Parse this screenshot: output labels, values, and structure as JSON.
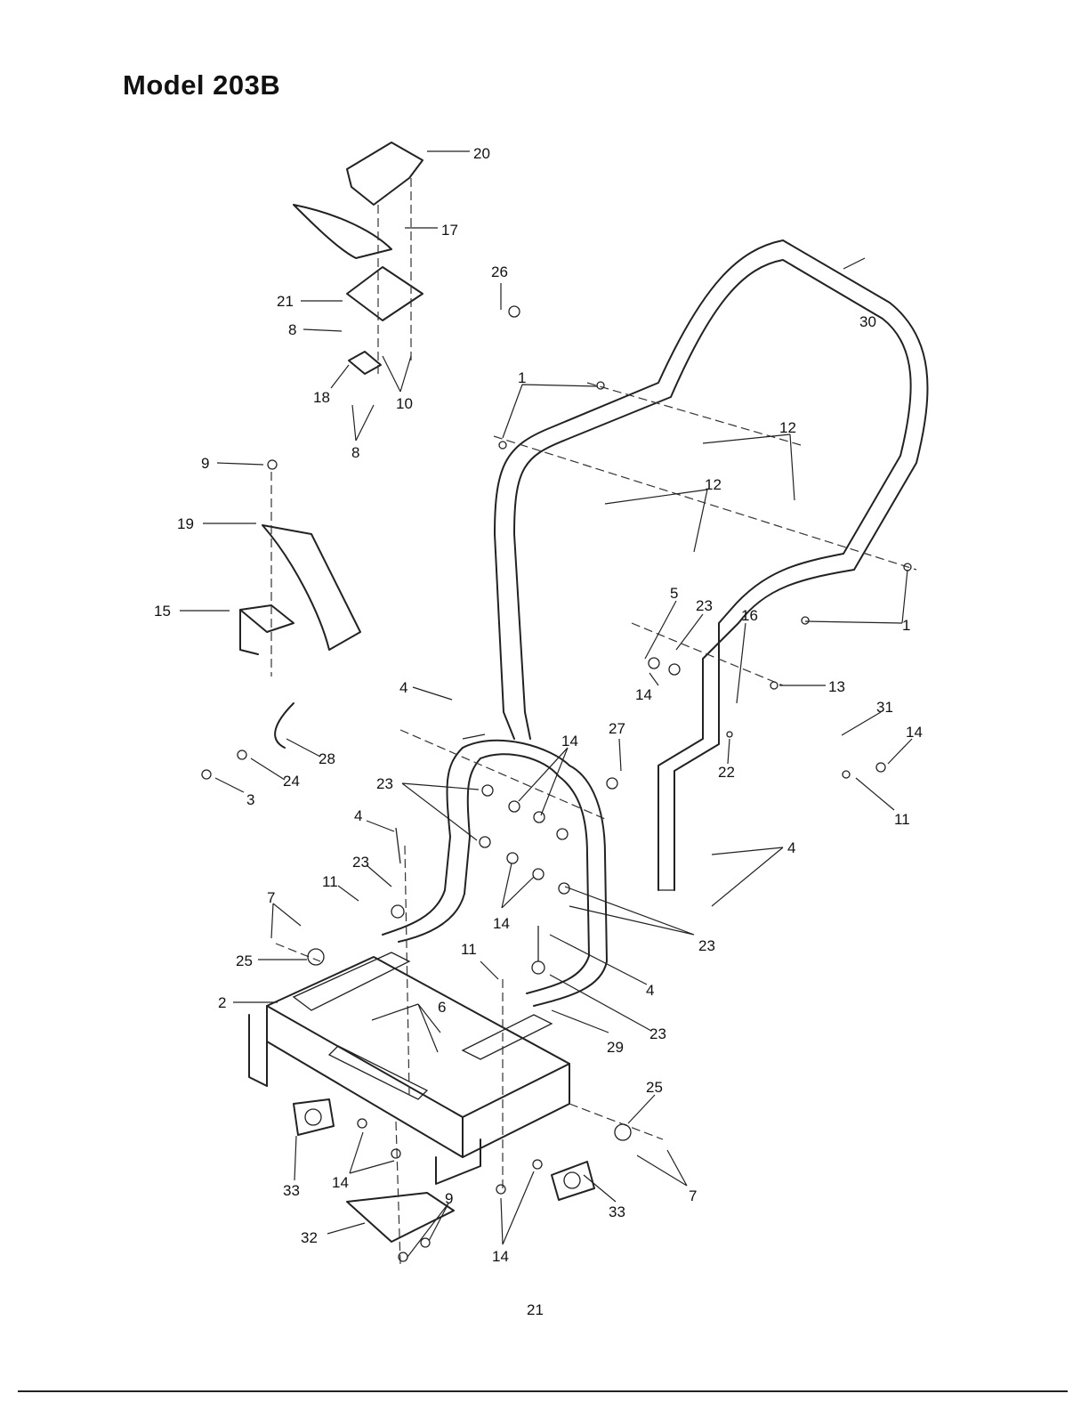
{
  "title": "Model 203B",
  "page_number": "21",
  "callouts": {
    "c1a": "1",
    "c1b": "1",
    "c2": "2",
    "c3": "3",
    "c4a": "4",
    "c4b": "4",
    "c4c": "4",
    "c4d": "4",
    "c5": "5",
    "c6": "6",
    "c7a": "7",
    "c7b": "7",
    "c8a": "8",
    "c8b": "8",
    "c9a": "9",
    "c9b": "9",
    "c10": "10",
    "c11a": "11",
    "c11b": "11",
    "c11c": "11",
    "c12a": "12",
    "c12b": "12",
    "c13": "13",
    "c14a": "14",
    "c14b": "14",
    "c14c": "14",
    "c14d": "14",
    "c14e": "14",
    "c14f": "14",
    "c15": "15",
    "c16": "16",
    "c17": "17",
    "c18": "18",
    "c19": "19",
    "c20": "20",
    "c21": "21",
    "c22": "22",
    "c23a": "23",
    "c23b": "23",
    "c23c": "23",
    "c23d": "23",
    "c23e": "23",
    "c24": "24",
    "c25a": "25",
    "c25b": "25",
    "c26": "26",
    "c27": "27",
    "c28": "28",
    "c29": "29",
    "c30": "30",
    "c31": "31",
    "c32": "32",
    "c33a": "33",
    "c33b": "33"
  }
}
